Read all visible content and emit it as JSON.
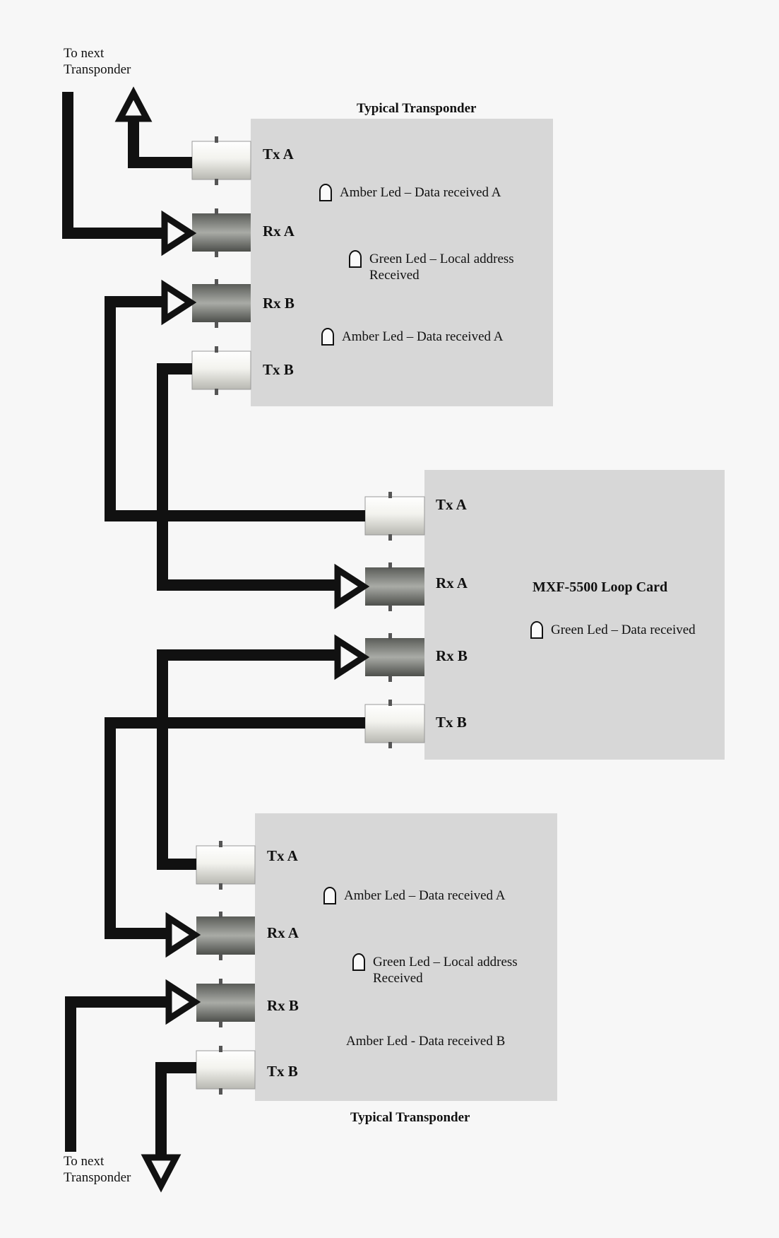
{
  "top_left_label": "To next\nTransponder",
  "bottom_left_label": "To next\nTransponder",
  "top_transponder": {
    "title": "Typical Transponder",
    "ports": [
      "Tx A",
      "Rx A",
      "Rx B",
      "Tx B"
    ],
    "leds": [
      {
        "text": "Amber Led – Data received A",
        "icon": "led-icon"
      },
      {
        "text": "Green Led – Local address Received",
        "icon": "led-icon"
      },
      {
        "text": "Amber Led – Data received A",
        "icon": "led-icon"
      }
    ]
  },
  "loop_card": {
    "title": "MXF-5500  Loop Card",
    "ports": [
      "Tx A",
      "Rx A",
      "Rx B",
      "Tx B"
    ],
    "led": {
      "text": "Green Led – Data received",
      "icon": "led-icon"
    }
  },
  "bottom_transponder": {
    "title": "Typical Transponder",
    "ports": [
      "Tx A",
      "Rx A",
      "Rx B",
      "Tx B"
    ],
    "leds": [
      {
        "text": "Amber Led – Data received A",
        "icon": "led-icon"
      },
      {
        "text": "Green Led – Local address Received",
        "icon": "led-icon"
      },
      {
        "text": "Amber Led - Data received B",
        "icon": "none"
      }
    ]
  },
  "colors": {
    "panel": "#d7d7d7",
    "wire": "#111111",
    "connector_light": "#e9e9e4",
    "connector_dark": "#7d7f7a"
  }
}
